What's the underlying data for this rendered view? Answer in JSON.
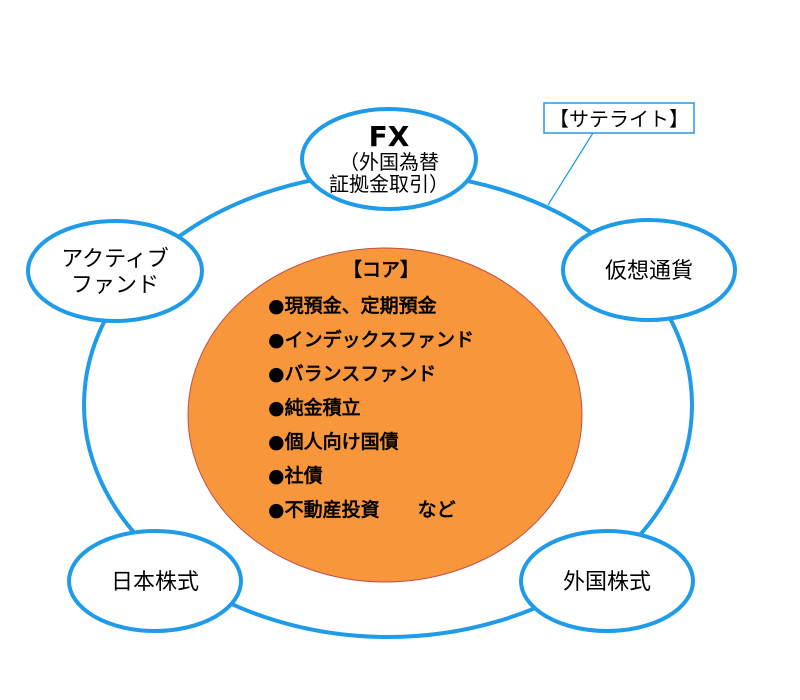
{
  "colors": {
    "ring": "#1f9be8",
    "node_fill": "#ffffff",
    "core_fill": "#f7963a",
    "core_stroke": "#c0504d",
    "callout_line": "#1f9be8",
    "callout_border": "#1f9be8"
  },
  "satellite_label": "【サテライト】",
  "core": {
    "title": "【コア】",
    "items": [
      "●現預金、定期預金",
      "●インデックスファンド",
      "●バランスファンド",
      "●純金積立",
      "●個人向け国債",
      "●社債",
      "●不動産投資　　など"
    ]
  },
  "nodes": {
    "fx": {
      "title": "FX",
      "sub_line1": "（外国為替",
      "sub_line2": "証拠金取引）"
    },
    "active_fund": {
      "line1": "アクティブ",
      "line2": "ファンド"
    },
    "crypto": "仮想通貨",
    "japan_stocks": "日本株式",
    "foreign_stocks": "外国株式"
  }
}
